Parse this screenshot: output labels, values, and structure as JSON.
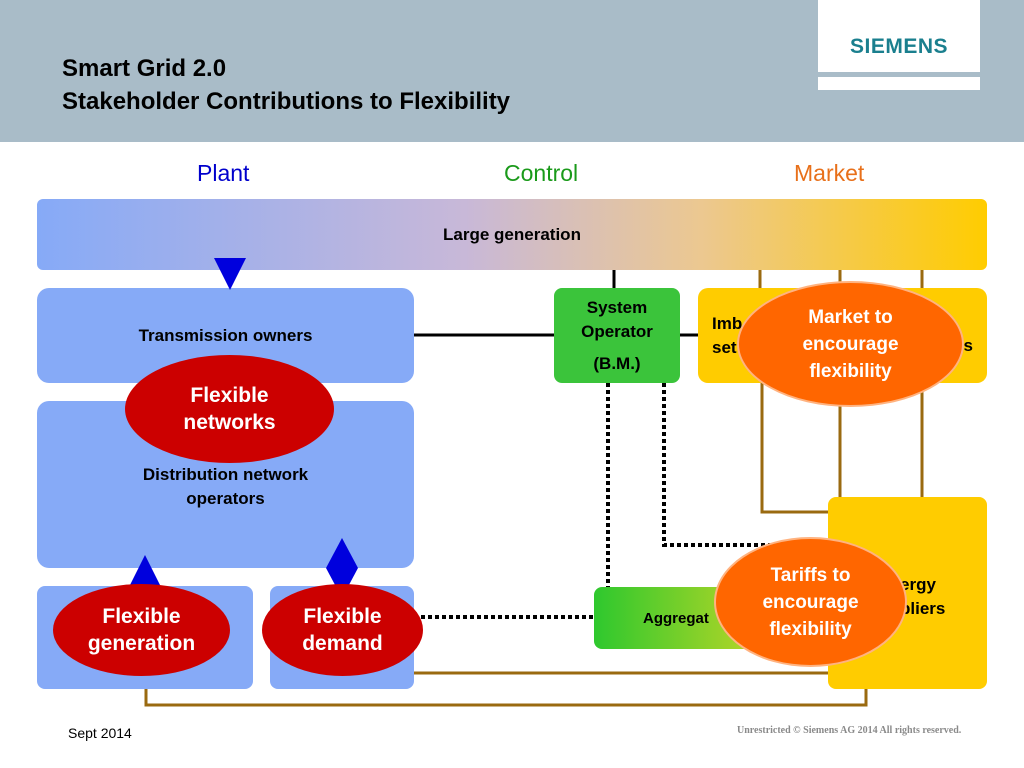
{
  "header": {
    "title_line1": "Smart Grid 2.0",
    "title_line2": "Stakeholder Contributions to Flexibility",
    "logo_text": "SIEMENS"
  },
  "categories": {
    "plant": "Plant",
    "control": "Control",
    "market": "Market"
  },
  "boxes": {
    "large_generation": "Large generation",
    "transmission_owners": "Transmission owners",
    "distribution_line1": "Distribution network",
    "distribution_line2": "operators",
    "system_operator_line1": "System",
    "system_operator_line2": "Operator",
    "system_operator_line3": "(B.M.)",
    "imbalance_partial_line1": "Imb",
    "imbalance_partial_line2": "set",
    "imbalance_partial_right": "s",
    "aggregator_partial": "Aggregat",
    "energy_suppliers_line1": "ergy",
    "energy_suppliers_line2": "pliers"
  },
  "ellipses": {
    "flexible_networks": [
      "Flexible",
      "networks"
    ],
    "flexible_generation": [
      "Flexible",
      "generation"
    ],
    "flexible_demand": [
      "Flexible",
      "demand"
    ],
    "market_flexibility": [
      "Market to",
      "encourage",
      "flexibility"
    ],
    "tariffs_flexibility": [
      "Tariffs to",
      "encourage",
      "flexibility"
    ]
  },
  "colors": {
    "plant": "#0000cc",
    "control": "#1a9a1a",
    "market": "#e8701a",
    "blue_box": "#86aaf7",
    "green_box": "#3bc43b",
    "yellow_box": "#ffcc00",
    "red_ellipse": "#cc0000",
    "orange_ellipse": "#ff6600"
  },
  "footer": {
    "date": "Sept 2014",
    "copyright": "Unrestricted © Siemens AG 2014 All rights reserved."
  }
}
